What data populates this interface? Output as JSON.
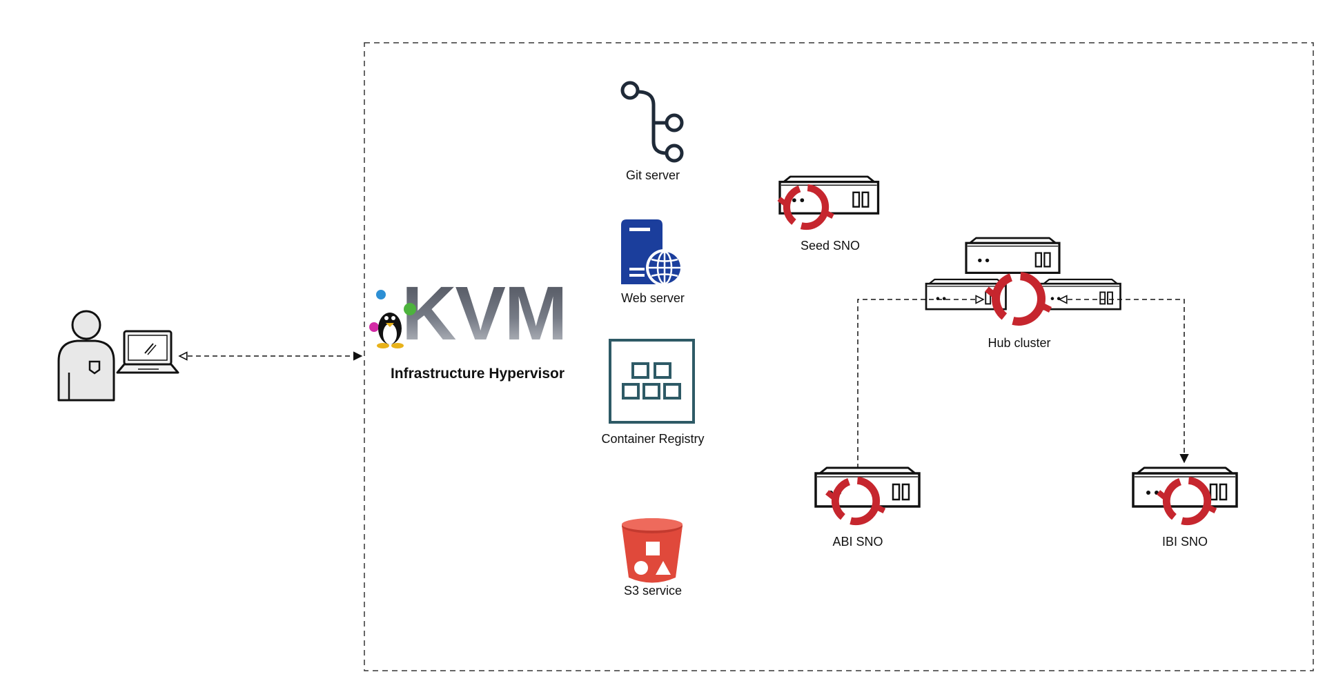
{
  "hypervisor": {
    "logo_text": "KVM",
    "label": "Infrastructure Hypervisor"
  },
  "services": {
    "git": "Git server",
    "web": "Web server",
    "registry": "Container Registry",
    "s3": "S3 service"
  },
  "nodes": {
    "seed": "Seed SNO",
    "hub": "Hub cluster",
    "abi": "ABI SNO",
    "ibi": "IBI SNO"
  },
  "colors": {
    "openshift_red": "#c6262e",
    "web_blue": "#1b3e9c",
    "registry_teal": "#2e5a66",
    "s3_red": "#e0493b",
    "git_dark": "#1f2a38"
  }
}
